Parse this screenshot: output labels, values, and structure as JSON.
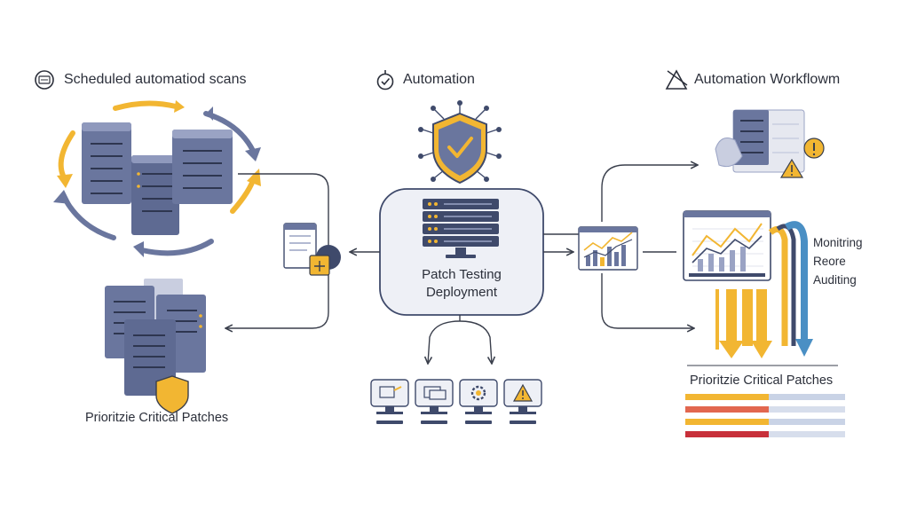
{
  "headers": {
    "left": "Scheduled automatiod scans",
    "center": "Automation",
    "right": "Automation Workflowm"
  },
  "center_box": {
    "line1": "Patch Testing",
    "line2": "Deployment"
  },
  "left_bottom_label": "Prioritzie Critical Patches",
  "right_side_labels": [
    "Monitring",
    "Reore",
    "Auditing"
  ],
  "right_bottom_label": "Prioritzie Critical Patches",
  "colors": {
    "navy": "#3f4a6b",
    "server": "#6a769e",
    "server_light": "#9aa3c4",
    "yellow": "#f2b632",
    "blue": "#4a8fc4",
    "red": "#c8303a",
    "line": "#3a3f4c",
    "box_fill": "#eef0f6"
  },
  "icons": [
    "scan-schedule-icon",
    "automation-check-icon",
    "workflow-warning-icon",
    "shield-check-icon",
    "server-stack-icon",
    "document-lock-icon",
    "analytics-chart-icon",
    "warning-icon"
  ]
}
